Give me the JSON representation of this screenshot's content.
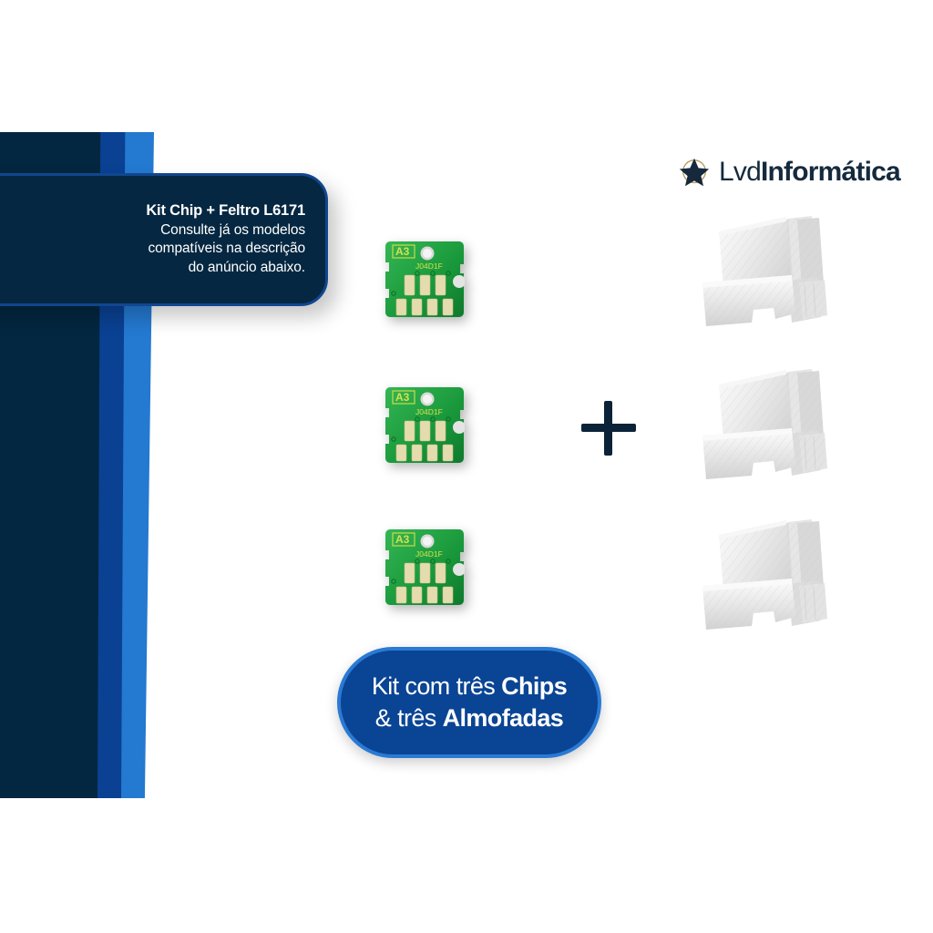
{
  "brand": {
    "name_light": "Lvd",
    "name_bold": "Informática",
    "star_icon": "star-icon"
  },
  "title_card": {
    "heading": "Kit Chip + Feltro L6171",
    "line2": "Consulte já os modelos",
    "line3": "compatíveis na descrição",
    "line4": "do anúncio abaixo."
  },
  "kit_badge": {
    "line1_light": "Kit com três ",
    "line1_bold": "Chips",
    "line2_light": "& três ",
    "line2_bold": "Almofadas"
  },
  "plus_label": "+",
  "chips": [
    {
      "label": "A3",
      "code": "J04D1F"
    },
    {
      "label": "A3",
      "code": "J04D1F"
    },
    {
      "label": "A3",
      "code": "J04D1F"
    }
  ],
  "felt_pads": [
    {
      "name": "felt-pad-1"
    },
    {
      "name": "felt-pad-2"
    },
    {
      "name": "felt-pad-3"
    }
  ],
  "colors": {
    "navy_dark": "#032740",
    "navy_card": "#052741",
    "blue_mid": "#0a4193",
    "blue_light": "#2479d0",
    "badge_fill": "#0a4494",
    "badge_border": "#2a7ad4",
    "brand_text": "#152a3c",
    "star_ring": "#b79a5e",
    "chip_green": "#1e9e3e",
    "chip_pad_gold": "#e2d9ae",
    "chip_text_yellow": "#d8e04a",
    "felt_white": "#f2f2f2",
    "background": "#ffffff"
  }
}
